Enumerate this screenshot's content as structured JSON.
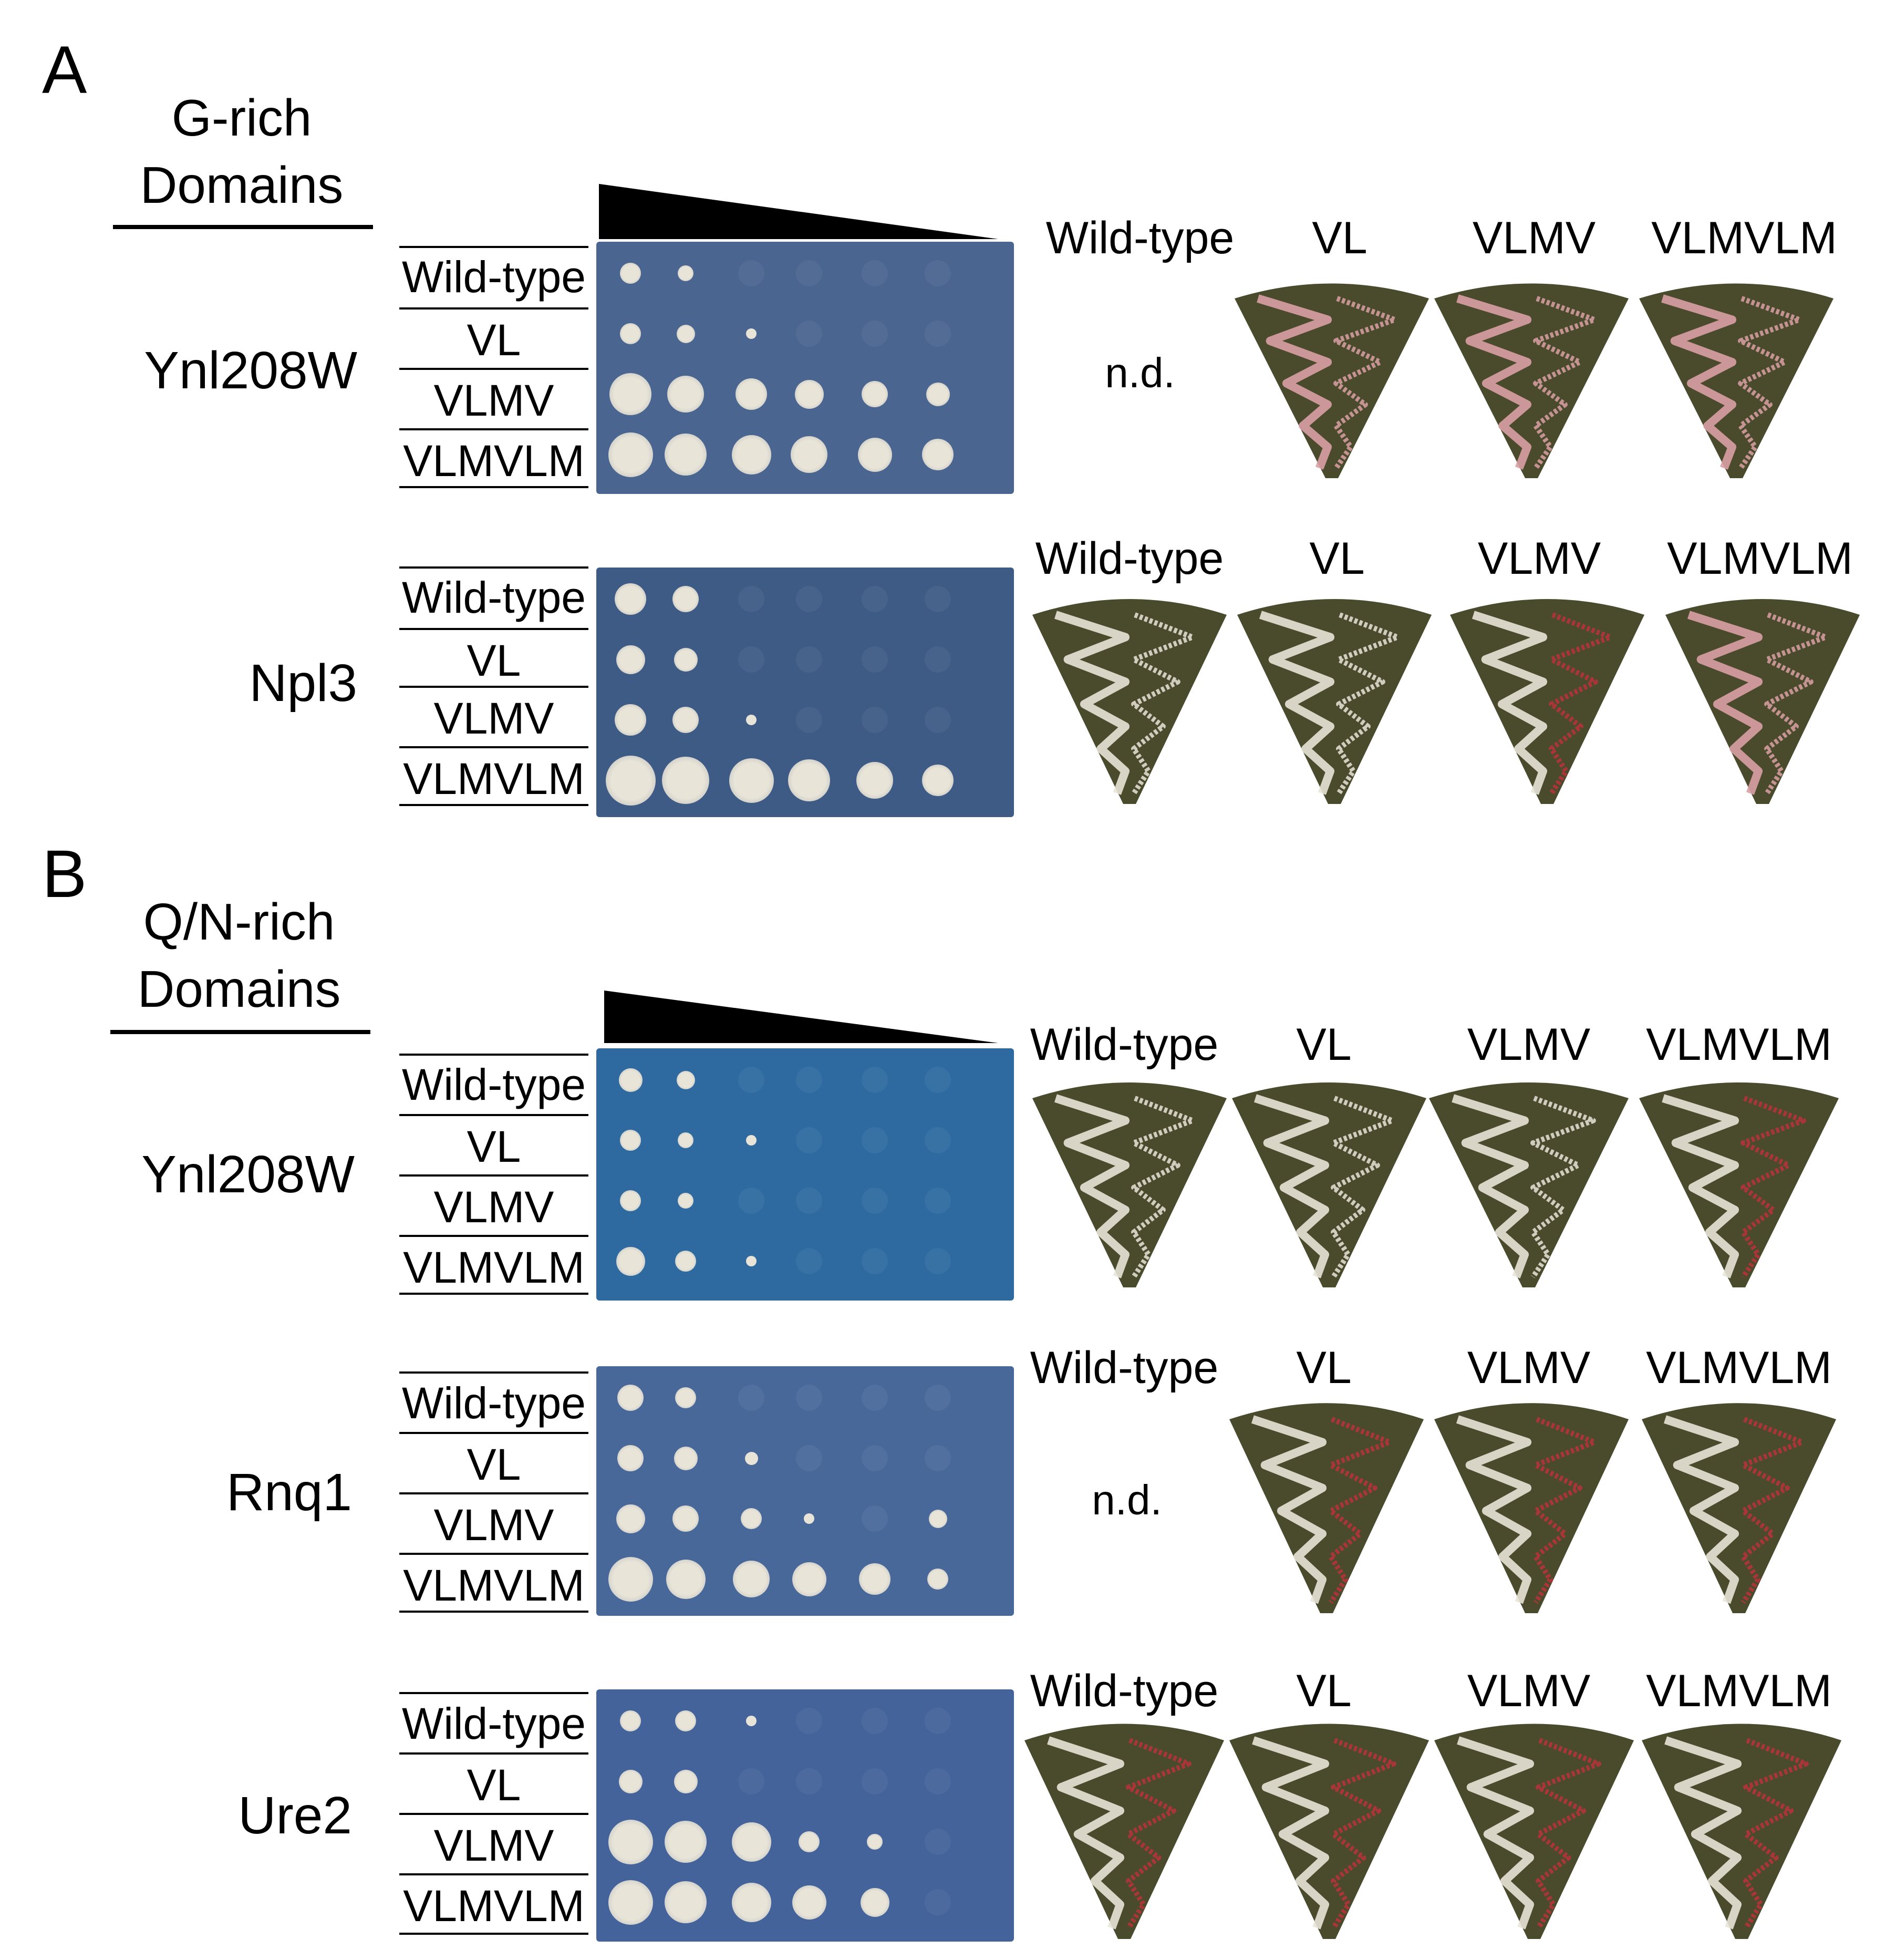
{
  "panels": [
    {
      "letter": "A",
      "domain_heading": "G-rich Domains",
      "heading_line1": "G-rich",
      "heading_line2": "Domains",
      "proteins": [
        {
          "name": "Ynl208W",
          "strain_rows": [
            "Wild-type",
            "VL",
            "VLMV",
            "VLMVLM"
          ],
          "streak_columns": [
            "Wild-type",
            "VL",
            "VLMV",
            "VLMVLM"
          ],
          "streak_not_determined": "n.d.",
          "plate_color": "#4a6590"
        },
        {
          "name": "Npl3",
          "strain_rows": [
            "Wild-type",
            "VL",
            "VLMV",
            "VLMVLM"
          ],
          "streak_columns": [
            "Wild-type",
            "VL",
            "VLMV",
            "VLMVLM"
          ],
          "plate_color": "#3e5b86"
        }
      ]
    },
    {
      "letter": "B",
      "domain_heading": "Q/N-rich Domains",
      "heading_line1": "Q/N-rich",
      "heading_line2": "Domains",
      "proteins": [
        {
          "name": "Ynl208W",
          "strain_rows": [
            "Wild-type",
            "VL",
            "VLMV",
            "VLMVLM"
          ],
          "streak_columns": [
            "Wild-type",
            "VL",
            "VLMV",
            "VLMVLM"
          ],
          "plate_color": "#2e6aa0"
        },
        {
          "name": "Rnq1",
          "strain_rows": [
            "Wild-type",
            "VL",
            "VLMV",
            "VLMVLM"
          ],
          "streak_columns": [
            "Wild-type",
            "VL",
            "VLMV",
            "VLMVLM"
          ],
          "streak_not_determined": "n.d.",
          "plate_color": "#48689a"
        },
        {
          "name": "Ure2",
          "strain_rows": [
            "Wild-type",
            "VL",
            "VLMV",
            "VLMVLM"
          ],
          "streak_columns": [
            "Wild-type",
            "VL",
            "VLMV",
            "VLMVLM"
          ],
          "plate_color": "#44639a"
        }
      ]
    }
  ],
  "colors": {
    "streak_plate_bg": "#4a4a2c",
    "colony_white": "#e8e4d8",
    "colony_red": "#b8323c",
    "colony_pink": "#d9a0a4"
  }
}
